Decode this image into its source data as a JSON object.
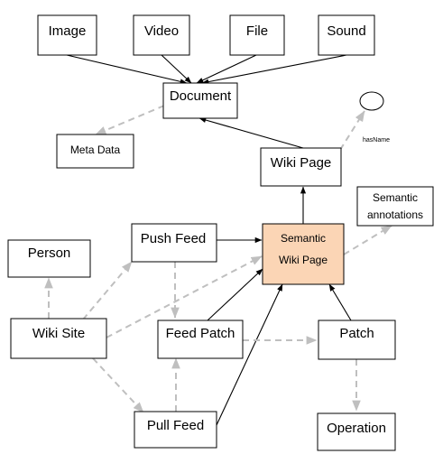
{
  "nodes": {
    "image": "Image",
    "video": "Video",
    "file": "File",
    "sound": "Sound",
    "document": "Document",
    "meta_data": "Meta Data",
    "wiki_page": "Wiki Page",
    "semantic_annotations_line1": "Semantic",
    "semantic_annotations_line2": "annotations",
    "person": "Person",
    "push_feed": "Push Feed",
    "semantic_wiki_page_line1": "Semantic",
    "semantic_wiki_page_line2": "Wiki Page",
    "wiki_site": "Wiki Site",
    "feed_patch": "Feed Patch",
    "patch": "Patch",
    "pull_feed": "Pull Feed",
    "operation": "Operation"
  },
  "labels": {
    "has_name": "hasName"
  },
  "colors": {
    "highlight_fill": "#fbd5b5",
    "dashed_edge": "#bfbfbf",
    "solid_edge": "#000000"
  }
}
